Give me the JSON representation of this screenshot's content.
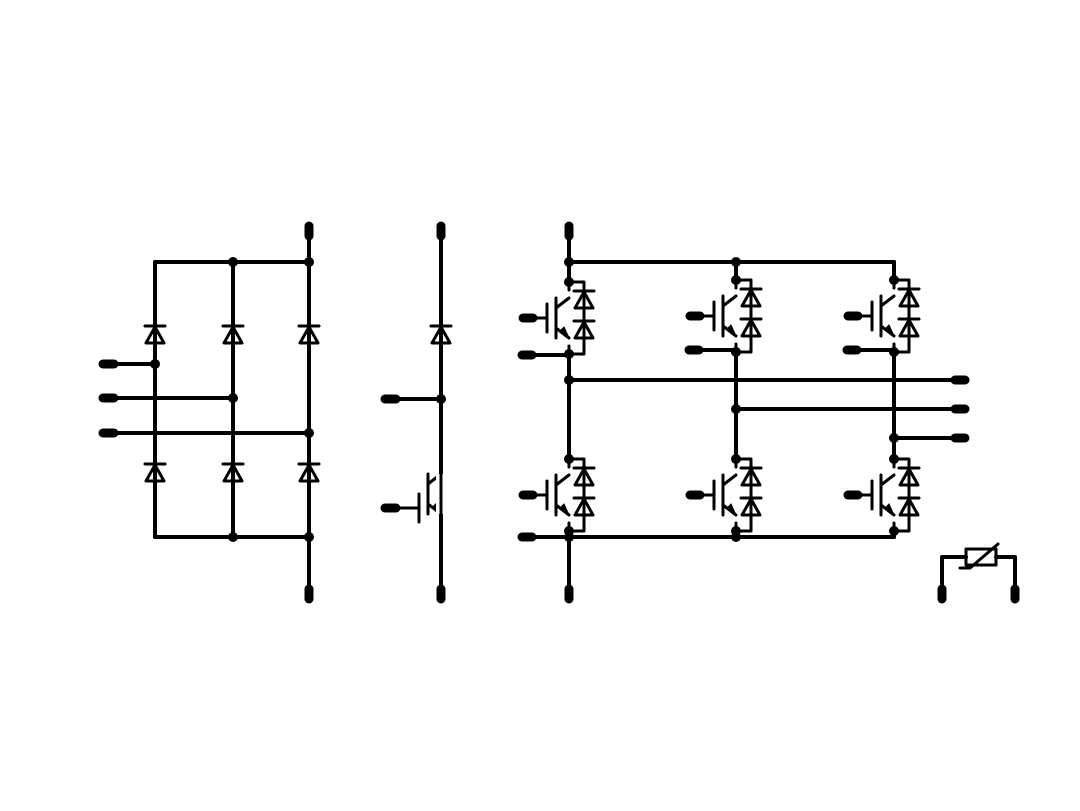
{
  "diagram": {
    "kind": "power-module-circuit-schematic",
    "color": "#000000",
    "background": "#ffffff",
    "sections": [
      "rectifier-bridge",
      "brake-chopper",
      "three-phase-inverter",
      "ntc-thermistor"
    ],
    "rectifier_bridge": {
      "diodes": 6,
      "input_phases": 3
    },
    "brake_chopper": {
      "diodes": 1,
      "igbts": 1
    },
    "three_phase_inverter": {
      "igbts": 6,
      "freewheel_diodes": 12,
      "output_phases": 3
    },
    "ntc_thermistor": {
      "terminals": 2
    },
    "text_labels": []
  }
}
